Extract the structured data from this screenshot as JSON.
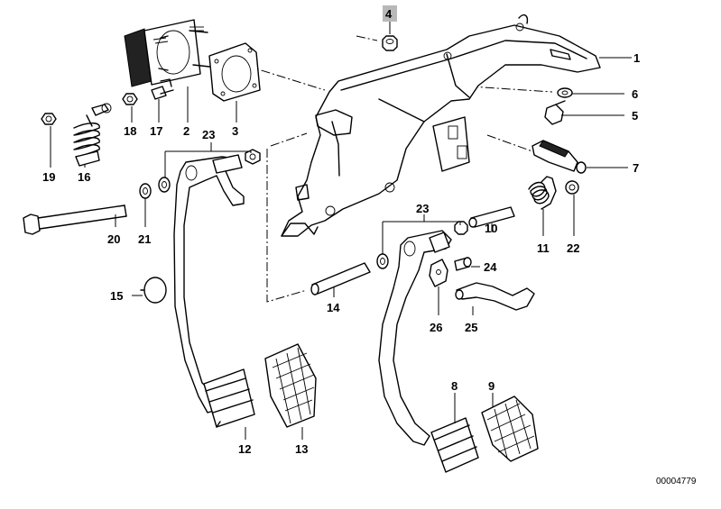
{
  "diagram": {
    "document_id": "00004779",
    "highlighted_callout": "4",
    "callouts": [
      "1",
      "2",
      "3",
      "4",
      "5",
      "6",
      "7",
      "8",
      "9",
      "10",
      "11",
      "12",
      "13",
      "14",
      "15",
      "16",
      "17",
      "18",
      "19",
      "20",
      "21",
      "22",
      "23",
      "24",
      "25",
      "26"
    ],
    "callout_23_second": "23"
  }
}
